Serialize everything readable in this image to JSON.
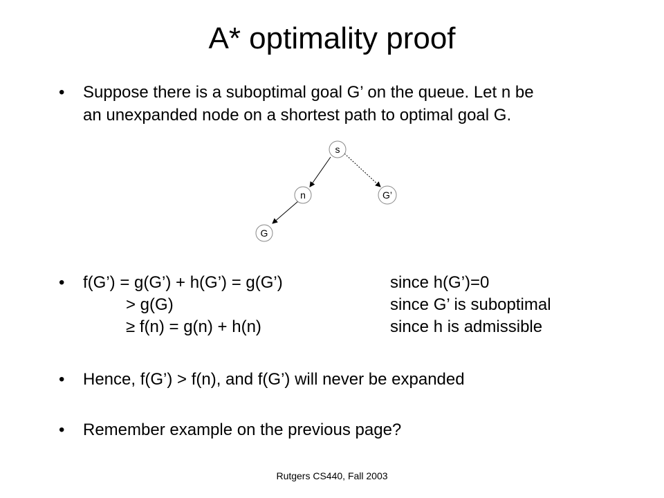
{
  "slide": {
    "title": "A* optimality proof",
    "bullet_symbol": "•",
    "bullets": [
      {
        "lines": [
          "Suppose there is a suboptimal goal G’ on the queue.  Let n be",
          "an unexpanded node on a shortest path to optimal goal G."
        ]
      },
      {
        "lines": [
          "Hence, f(G’) > f(n), and f(G’) will never be expanded"
        ]
      },
      {
        "lines": [
          "Remember example on the previous page?"
        ]
      }
    ],
    "diagram": {
      "nodes": {
        "s": "s",
        "n": "n",
        "g_prime": "G’",
        "g": "G"
      }
    },
    "proof": {
      "rows": [
        {
          "left": "f(G’) = g(G’) + h(G’) = g(G’)",
          "reason": "since h(G’)=0"
        },
        {
          "left": "> g(G)",
          "reason": "since G’ is suboptimal"
        },
        {
          "left": "≥ f(n) = g(n) + h(n)",
          "reason": "since h is admissible"
        }
      ]
    },
    "footer": "Rutgers CS440, Fall 2003"
  }
}
